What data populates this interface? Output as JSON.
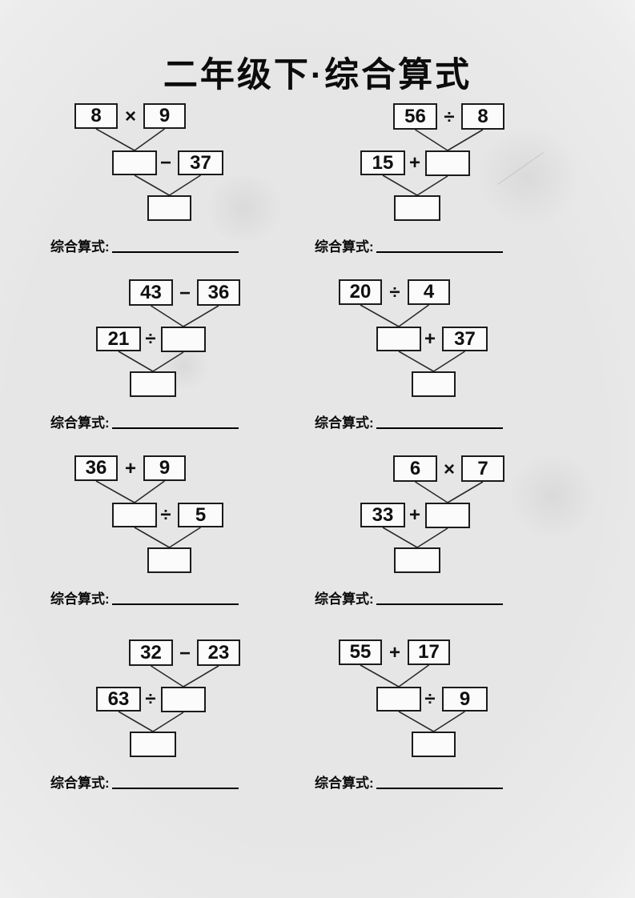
{
  "page": {
    "title": "二年级下·综合算式",
    "equation_label": "综合算式:",
    "colors": {
      "background": "#e6e6e6",
      "box_fill": "#fbfbfb",
      "ink": "#101010"
    }
  },
  "problems": [
    {
      "index": 1,
      "top_left": "8",
      "top_op": "×",
      "top_right": "9",
      "mid_left": "",
      "mid_op": "−",
      "mid_right": "37",
      "result_side": "left",
      "bottom": ""
    },
    {
      "index": 2,
      "top_left": "56",
      "top_op": "÷",
      "top_right": "8",
      "mid_left": "15",
      "mid_op": "+",
      "mid_right": "",
      "result_side": "right",
      "bottom": ""
    },
    {
      "index": 3,
      "top_left": "43",
      "top_op": "−",
      "top_right": "36",
      "mid_left": "21",
      "mid_op": "÷",
      "mid_right": "",
      "result_side": "right",
      "bottom": ""
    },
    {
      "index": 4,
      "top_left": "20",
      "top_op": "÷",
      "top_right": "4",
      "mid_left": "",
      "mid_op": "+",
      "mid_right": "37",
      "result_side": "left",
      "bottom": ""
    },
    {
      "index": 5,
      "top_left": "36",
      "top_op": "+",
      "top_right": "9",
      "mid_left": "",
      "mid_op": "÷",
      "mid_right": "5",
      "result_side": "left",
      "bottom": ""
    },
    {
      "index": 6,
      "top_left": "6",
      "top_op": "×",
      "top_right": "7",
      "mid_left": "33",
      "mid_op": "+",
      "mid_right": "",
      "result_side": "right",
      "bottom": ""
    },
    {
      "index": 7,
      "top_left": "32",
      "top_op": "−",
      "top_right": "23",
      "mid_left": "63",
      "mid_op": "÷",
      "mid_right": "",
      "result_side": "right",
      "bottom": ""
    },
    {
      "index": 8,
      "top_left": "55",
      "top_op": "+",
      "top_right": "17",
      "mid_left": "",
      "mid_op": "÷",
      "mid_right": "9",
      "result_side": "left",
      "bottom": ""
    }
  ]
}
